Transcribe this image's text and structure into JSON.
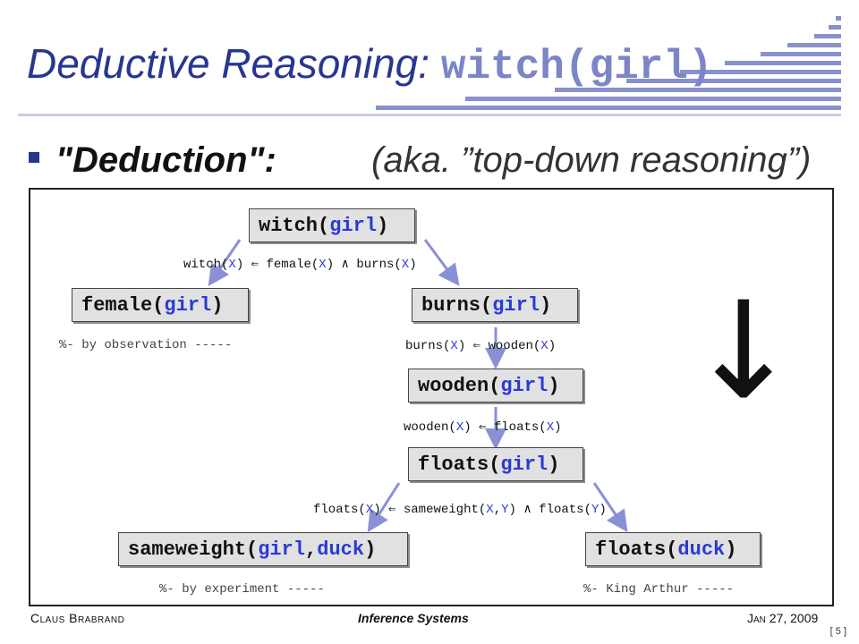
{
  "slide": {
    "title_prefix": "Deductive Reasoning: ",
    "title_code": "witch(girl)",
    "bullet_term": "\"Deduction\":",
    "bullet_aka": "(aka. ”top-down reasoning”)",
    "big_arrow": "↓"
  },
  "diagram": {
    "nodes": {
      "witch": {
        "fn": "witch(",
        "arg": "girl",
        "close": ")"
      },
      "female": {
        "fn": "female(",
        "arg": "girl",
        "close": ")"
      },
      "burns": {
        "fn": "burns(",
        "arg": "girl",
        "close": ")"
      },
      "wooden": {
        "fn": "wooden(",
        "arg": "girl",
        "close": ")"
      },
      "floats_girl": {
        "fn": "floats(",
        "arg": "girl",
        "close": ")"
      },
      "sameweight": {
        "fn": "sameweight(",
        "arg": "girl",
        "sep": ",",
        "arg2": "duck",
        "close": ")"
      },
      "floats_duck": {
        "fn": "floats(",
        "arg": "duck",
        "close": ")"
      }
    },
    "rules": {
      "witch": {
        "h": "witch(",
        "hv": "X",
        "hc": ")",
        "arrow": "⇐",
        "b1": "female(",
        "b1v": "X",
        "b1c": ")",
        "and": "∧",
        "b2": "burns(",
        "b2v": "X",
        "b2c": ")"
      },
      "burns": {
        "h": "burns(",
        "hv": "X",
        "hc": ")",
        "arrow": "⇐",
        "b1": "wooden(",
        "b1v": "X",
        "b1c": ")"
      },
      "wooden": {
        "h": "wooden(",
        "hv": "X",
        "hc": ")",
        "arrow": "⇐",
        "b1": "floats(",
        "b1v": "X",
        "b1c": ")"
      },
      "floats": {
        "h": "floats(",
        "hv": "X",
        "hc": ")",
        "arrow": "⇐",
        "b1": "sameweight(",
        "b1v": "X",
        "b1s": ",",
        "b1v2": "Y",
        "b1c": ")",
        "and": "∧",
        "b2": "floats(",
        "b2v": "Y",
        "b2c": ")"
      }
    },
    "notes": {
      "observation": "%- by observation -----",
      "experiment": "%- by experiment -----",
      "king_arthur": "%- King Arthur -----"
    }
  },
  "footer": {
    "author": "Claus Brabrand",
    "course": "Inference Systems",
    "date": "Jan 27, 2009",
    "page": "[ 5 ]"
  },
  "colors": {
    "title": "#27378f",
    "variable": "#2a3ad6",
    "arrow": "#8a90d6"
  }
}
